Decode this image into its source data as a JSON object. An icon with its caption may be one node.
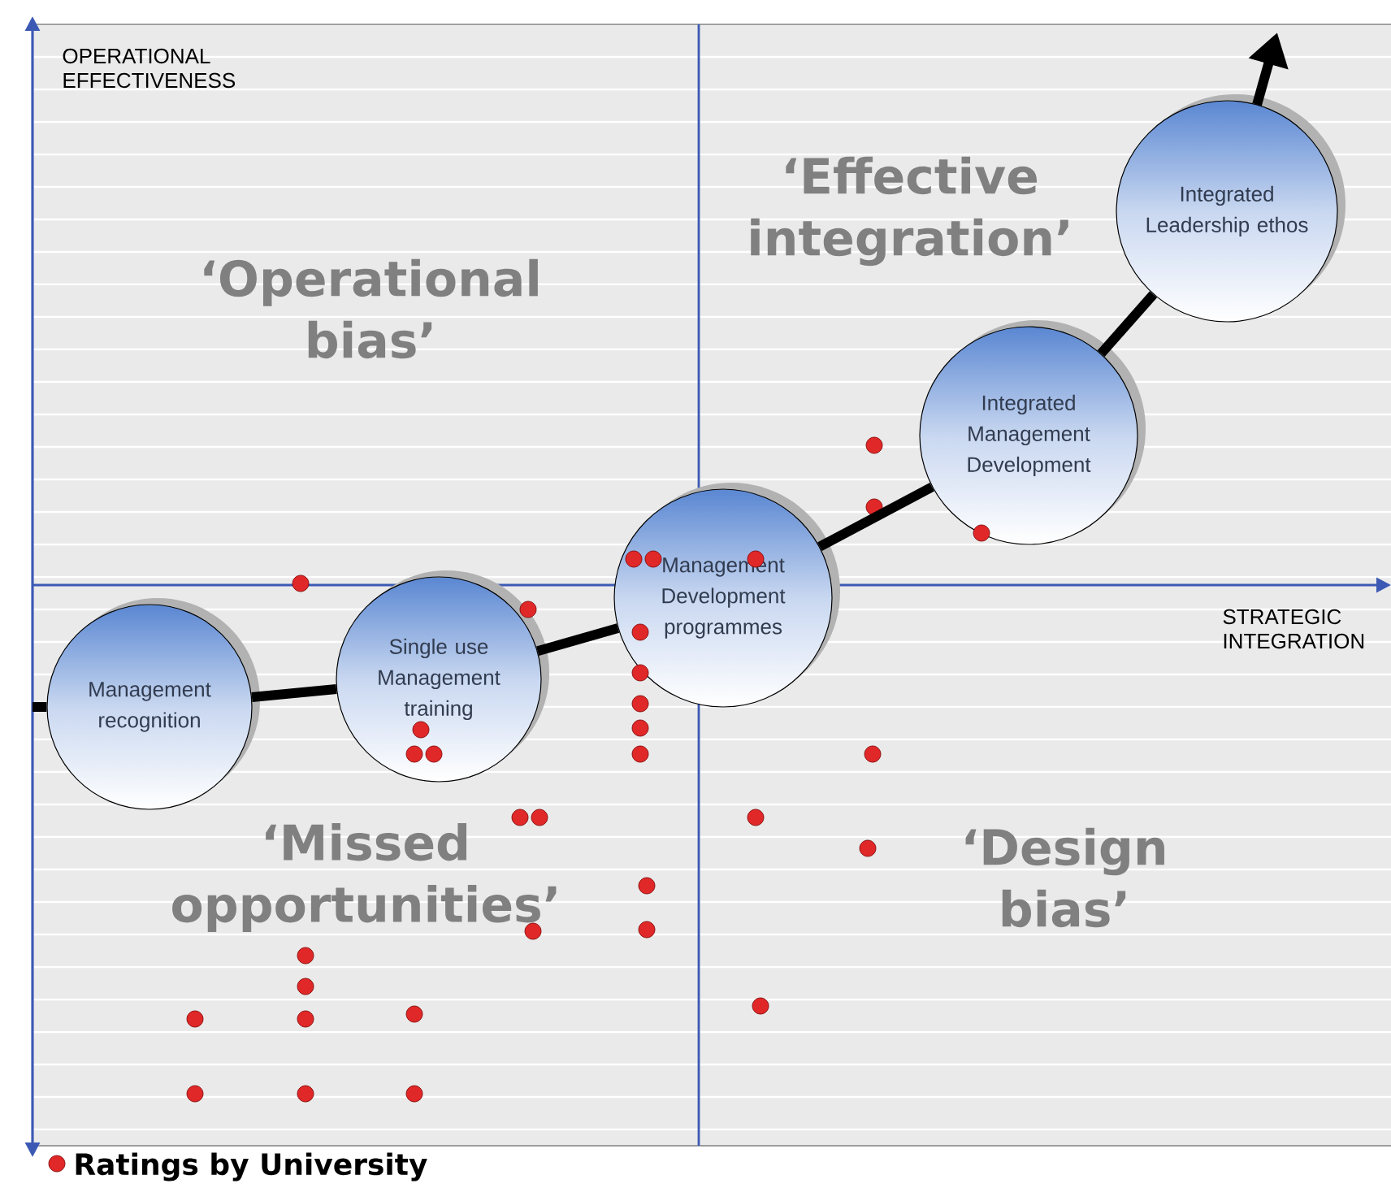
{
  "diagram": {
    "nodes": [
      {
        "text": [
          "Management recognition"
        ]
      },
      {
        "text": [
          "Single use Management training"
        ]
      },
      {
        "text": [
          "Management Development programmes"
        ]
      },
      {
        "text": [
          "Integrated Management Development"
        ]
      },
      {
        "text": [
          "Integrated Leadership ethos"
        ]
      }
    ],
    "edges": [
      {
        "from": null,
        "to": 0,
        "arrow": "none"
      },
      {
        "from": 0,
        "to": 1,
        "arrow": "none"
      },
      {
        "from": 1,
        "to": 2,
        "arrow": "none"
      },
      {
        "from": 2,
        "to": 3,
        "arrow": "none"
      },
      {
        "from": 3,
        "to": 4,
        "arrow": "none"
      },
      {
        "from": 4,
        "to": null,
        "arrow": "to"
      }
    ],
    "labels": [
      "OPERATIONAL EFFECTIVENESS",
      "‘Operational bias’",
      "‘Effective integration’",
      "STRATEGIC INTEGRATION",
      "‘Missed opportunities’",
      "‘Design bias’"
    ],
    "legend": [
      {
        "text": "Ratings by University",
        "color": "#e02828"
      }
    ]
  }
}
